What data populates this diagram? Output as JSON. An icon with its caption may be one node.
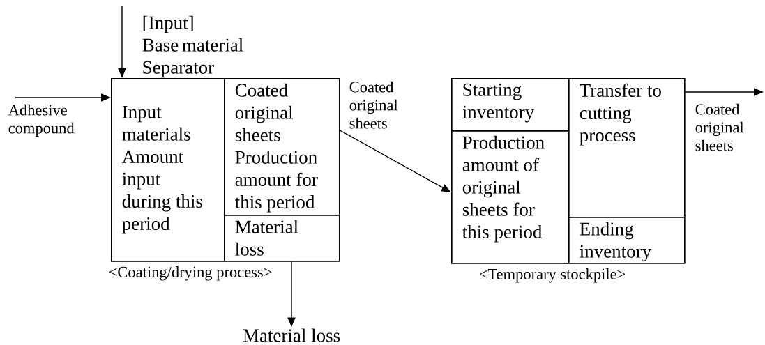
{
  "diagram": {
    "nodes": [
      {
        "text": [
          "<Coating/drying process>"
        ]
      },
      {
        "text": [
          "Input materials Amount input during this period"
        ],
        "in": 0
      },
      {
        "text": [
          "Coated original sheets Production amount for this period"
        ],
        "in": 0
      },
      {
        "text": [
          "Material loss"
        ],
        "in": 0
      },
      {
        "text": [
          "<Temporary stockpile>"
        ]
      },
      {
        "text": [
          "Starting inventory"
        ],
        "in": 4
      },
      {
        "text": [
          "Production amount of original sheets for this period"
        ],
        "in": 4
      },
      {
        "text": [
          "Transfer to cutting process"
        ],
        "in": 4
      },
      {
        "text": [
          "Ending inventory"
        ],
        "in": 4
      },
      {
        "text": [
          "Material loss"
        ]
      }
    ],
    "edges": [
      {
        "from": null,
        "to": 0,
        "arrow": "to",
        "label": "[Input] Base material Separator"
      },
      {
        "from": null,
        "to": 0,
        "arrow": "to",
        "label": "Adhesive compound"
      },
      {
        "from": 2,
        "to": 6,
        "arrow": "to",
        "label": "Coated original sheets"
      },
      {
        "from": 4,
        "to": null,
        "arrow": "to",
        "label": "Coated original sheets"
      },
      {
        "from": 3,
        "to": 9,
        "arrow": "to"
      }
    ]
  }
}
